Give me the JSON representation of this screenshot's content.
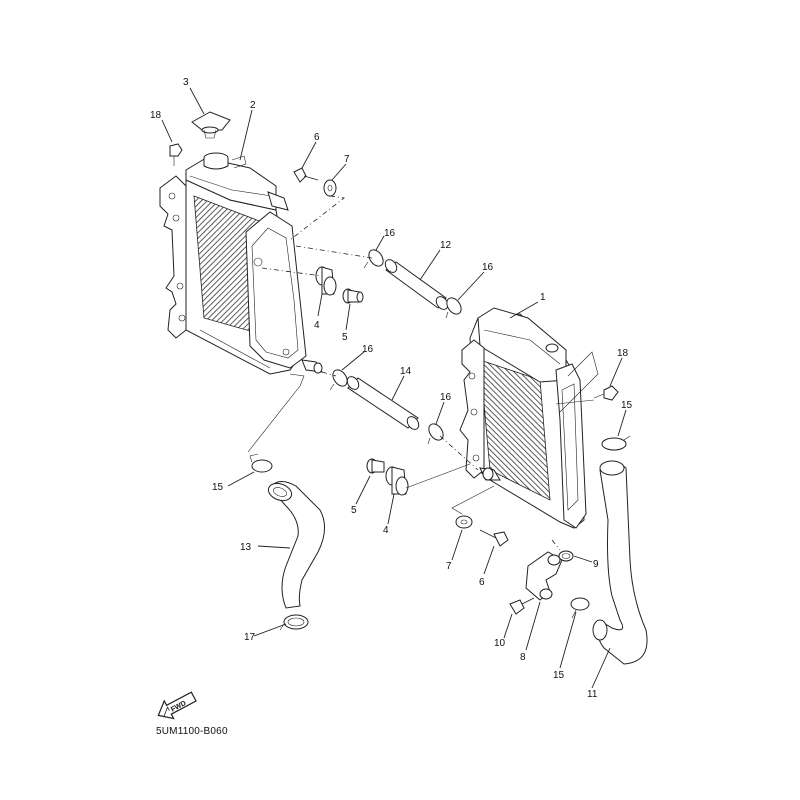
{
  "diagram": {
    "reference_code": "5UM1100-B060",
    "fwd_label": "FWD",
    "callouts": [
      {
        "id": "c3a",
        "label": "3"
      },
      {
        "id": "c18a",
        "label": "18"
      },
      {
        "id": "c2",
        "label": "2"
      },
      {
        "id": "c6a",
        "label": "6"
      },
      {
        "id": "c7a",
        "label": "7"
      },
      {
        "id": "c16a",
        "label": "16"
      },
      {
        "id": "c12",
        "label": "12"
      },
      {
        "id": "c16b",
        "label": "16"
      },
      {
        "id": "c1",
        "label": "1"
      },
      {
        "id": "c4a",
        "label": "4"
      },
      {
        "id": "c5a",
        "label": "5"
      },
      {
        "id": "c16c",
        "label": "16"
      },
      {
        "id": "c14",
        "label": "14"
      },
      {
        "id": "c18b",
        "label": "18"
      },
      {
        "id": "c16d",
        "label": "16"
      },
      {
        "id": "c15a",
        "label": "15"
      },
      {
        "id": "c15b",
        "label": "15"
      },
      {
        "id": "c5b",
        "label": "5"
      },
      {
        "id": "c4b",
        "label": "4"
      },
      {
        "id": "c13",
        "label": "13"
      },
      {
        "id": "c7b",
        "label": "7"
      },
      {
        "id": "c6b",
        "label": "6"
      },
      {
        "id": "c9",
        "label": "9"
      },
      {
        "id": "c17",
        "label": "17"
      },
      {
        "id": "c10",
        "label": "10"
      },
      {
        "id": "c8",
        "label": "8"
      },
      {
        "id": "c15c",
        "label": "15"
      },
      {
        "id": "c11",
        "label": "11"
      }
    ]
  }
}
